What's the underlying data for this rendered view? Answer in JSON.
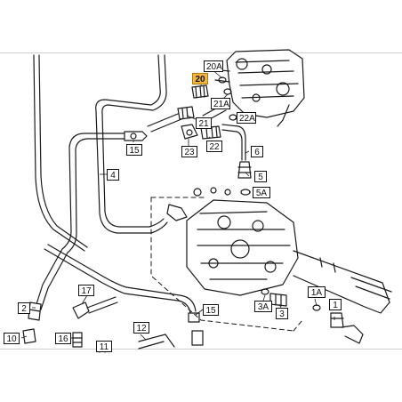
{
  "callouts": {
    "c20": "20",
    "c20A": "20A",
    "c21A": "21A",
    "c22A": "22A",
    "c21": "21",
    "c23": "23",
    "c22": "22",
    "c6": "6",
    "c15a": "15",
    "c4": "4",
    "c5": "5",
    "c5A": "5A",
    "c17": "17",
    "c2": "2",
    "c15b": "15",
    "c3A": "3A",
    "c3": "3",
    "c1A": "1A",
    "c1": "1",
    "c12": "12",
    "c10": "10",
    "c16": "16",
    "c11": "11"
  },
  "colors": {
    "highlight": "#f4b63d",
    "line": "#1a1a1a"
  }
}
